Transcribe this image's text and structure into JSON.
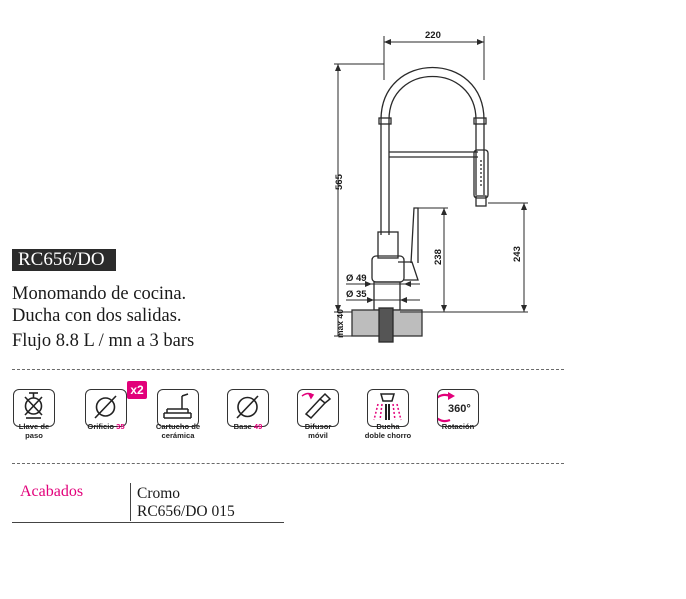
{
  "drawing": {
    "dim_width": "220",
    "dim_height": "565",
    "dim_spout": "238",
    "dim_outlet": "243",
    "dim_d49": "Ø 49",
    "dim_d35": "Ø 35",
    "dim_max40": "max 40"
  },
  "product": {
    "code": "RC656/DO",
    "desc_line1": "Monomando de cocina.",
    "desc_line2": "Ducha con dos salidas.",
    "desc_line3": "Flujo 8.8 L / mn a 3 bars"
  },
  "features": [
    {
      "icon": "stop-valve-icon",
      "line1": "Llave de",
      "line2": "paso"
    },
    {
      "icon": "hole-diameter-icon",
      "line1": "Orificio",
      "value": "35",
      "badge": "x2"
    },
    {
      "icon": "ceramic-cartridge-icon",
      "line1": "Cartucho de",
      "line2": "cerámica"
    },
    {
      "icon": "base-diameter-icon",
      "line1": "Base",
      "value": "49"
    },
    {
      "icon": "mobile-diffuser-icon",
      "line1": "Difusor",
      "line2": "móvil"
    },
    {
      "icon": "dual-spray-icon",
      "line1": "Ducha",
      "line2": "doble chorro"
    },
    {
      "icon": "rotation-360-icon",
      "icon_text": "360°",
      "line1": "Rotación"
    }
  ],
  "finishes": {
    "label": "Acabados",
    "items": [
      {
        "name": "Cromo",
        "ref": "RC656/DO 015"
      }
    ]
  },
  "accent_color": "#e2007a"
}
